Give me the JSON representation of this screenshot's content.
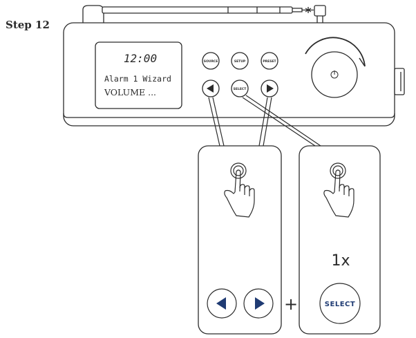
{
  "step": {
    "label": "Step 12"
  },
  "radio": {
    "display": {
      "time": "12:00",
      "line1": "Alarm 1 Wizard",
      "line2": "VOLUME ..."
    },
    "buttons": {
      "source": "SOURCE",
      "setup": "SETUP",
      "preset": "PRESET",
      "select": "SELECT"
    },
    "power_symbol": "⏻"
  },
  "panel_right": {
    "press_count": "1x",
    "select_label": "SELECT"
  },
  "plus_sign": "+",
  "colors": {
    "line": "#2b2b2b",
    "button_accent": "#1f3b73"
  }
}
